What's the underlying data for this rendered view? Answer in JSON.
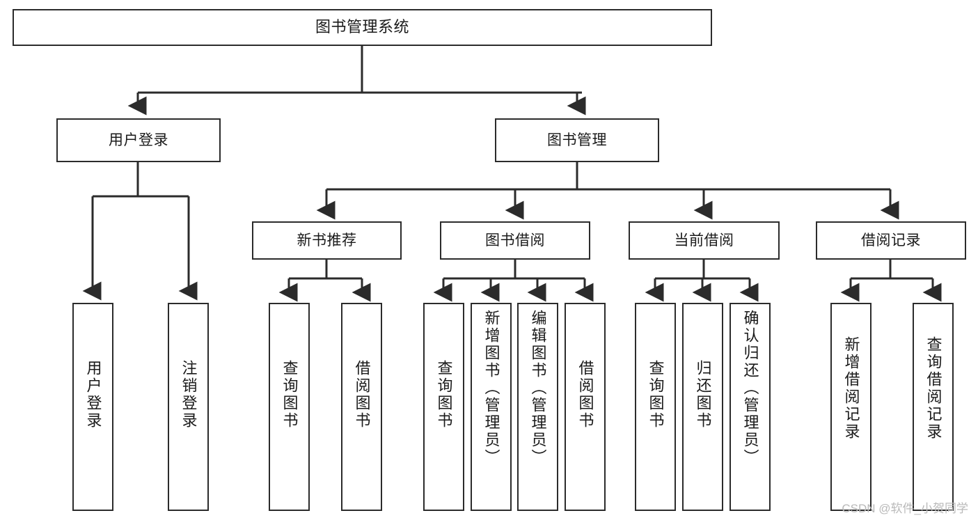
{
  "diagram": {
    "title": "图书管理系统",
    "type": "hierarchy-tree",
    "watermark": "CSDN @软件_小贺同学",
    "colors": {
      "box_border": "#2b2b2b",
      "box_fill": "#ffffff",
      "connector": "#2b2b2b",
      "text": "#1a1a1a",
      "watermark": "#b9b9b9"
    },
    "nodes": {
      "root": {
        "label": "图书管理系统"
      },
      "level2": [
        {
          "id": "user-login",
          "label": "用户登录"
        },
        {
          "id": "book-management",
          "label": "图书管理"
        }
      ],
      "level3": [
        {
          "id": "new-book-recommend",
          "label": "新书推荐"
        },
        {
          "id": "book-borrow",
          "label": "图书借阅"
        },
        {
          "id": "current-borrow",
          "label": "当前借阅"
        },
        {
          "id": "borrow-record",
          "label": "借阅记录"
        }
      ],
      "leaves": {
        "user_login": [
          {
            "id": "leaf-user-login",
            "label": "用户登录"
          },
          {
            "id": "leaf-logout-login",
            "label": "注销登录"
          }
        ],
        "new_book_recommend": [
          {
            "id": "leaf-query-book-1",
            "label": "查询图书"
          },
          {
            "id": "leaf-borrow-book-1",
            "label": "借阅图书"
          }
        ],
        "book_borrow": [
          {
            "id": "leaf-query-book-2",
            "label": "查询图书"
          },
          {
            "id": "leaf-add-book",
            "label": "新增图书（管理员）"
          },
          {
            "id": "leaf-edit-book",
            "label": "编辑图书（管理员）"
          },
          {
            "id": "leaf-borrow-book-2",
            "label": "借阅图书"
          }
        ],
        "current_borrow": [
          {
            "id": "leaf-query-book-3",
            "label": "查询图书"
          },
          {
            "id": "leaf-return-book",
            "label": "归还图书"
          },
          {
            "id": "leaf-confirm-return",
            "label": "确认归还（管理员）"
          }
        ],
        "borrow_record": [
          {
            "id": "leaf-add-record",
            "label": "新增借阅记录"
          },
          {
            "id": "leaf-query-record",
            "label": "查询借阅记录"
          }
        ]
      }
    }
  }
}
